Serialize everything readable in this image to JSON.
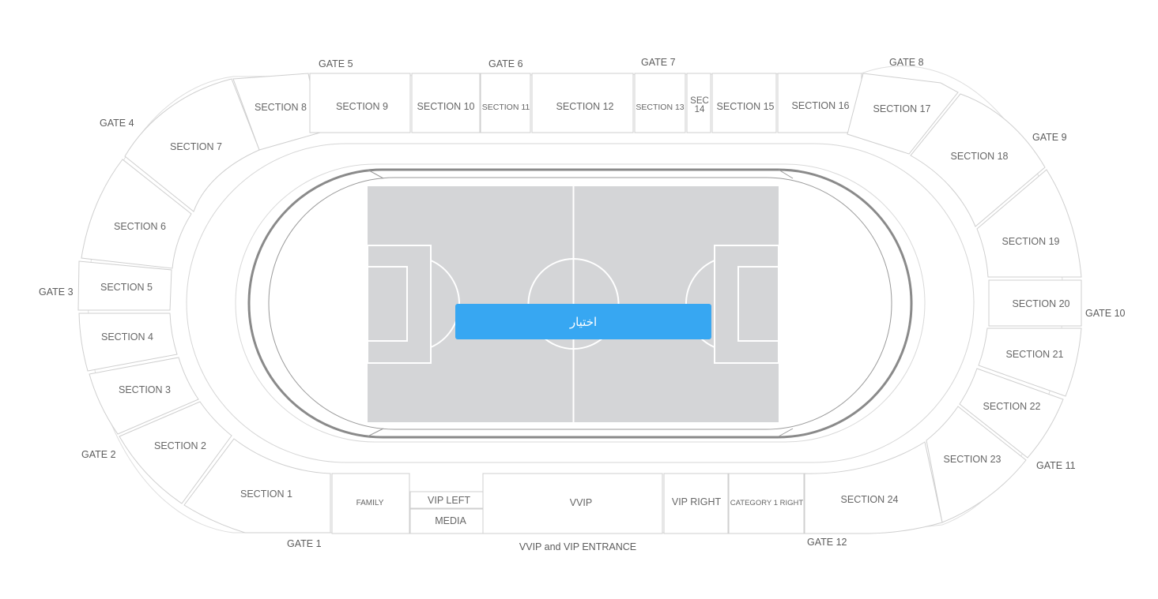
{
  "gates": [
    "GATE 1",
    "GATE 2",
    "GATE 3",
    "GATE 4",
    "GATE 5",
    "GATE 6",
    "GATE 7",
    "GATE 8",
    "GATE 9",
    "GATE 10",
    "GATE 11",
    "GATE 12"
  ],
  "sections": {
    "s1": "SECTION 1",
    "s2": "SECTION 2",
    "s3": "SECTION 3",
    "s4": "SECTION 4",
    "s5": "SECTION 5",
    "s6": "SECTION 6",
    "s7": "SECTION 7",
    "s8": "SECTION 8",
    "s9": "SECTION 9",
    "s10": "SECTION 10",
    "s11": "SECTION 11",
    "s12": "SECTION 12",
    "s13": "SECTION 13",
    "s14_line1": "SEC",
    "s14_line2": "14",
    "s15": "SECTION 15",
    "s16": "SECTION 16",
    "s17": "SECTION 17",
    "s18": "SECTION 18",
    "s19": "SECTION 19",
    "s20": "SECTION 20",
    "s21": "SECTION 21",
    "s22": "SECTION 22",
    "s23": "SECTION 23",
    "s24": "SECTION 24"
  },
  "special_sections": {
    "family": "FAMILY",
    "vip_left": "VIP LEFT",
    "media": "MEDIA",
    "vvip": "VVIP",
    "vip_right": "VIP RIGHT",
    "category1_right": "CATEGORY 1 RIGHT"
  },
  "entrance_label": "VVIP and VIP ENTRANCE",
  "select_button_label": "اختيار",
  "colors": {
    "accent": "#37a7f2",
    "pitch": "#d4d5d7",
    "track": "#888888",
    "section_stroke": "#cfcfcf"
  }
}
